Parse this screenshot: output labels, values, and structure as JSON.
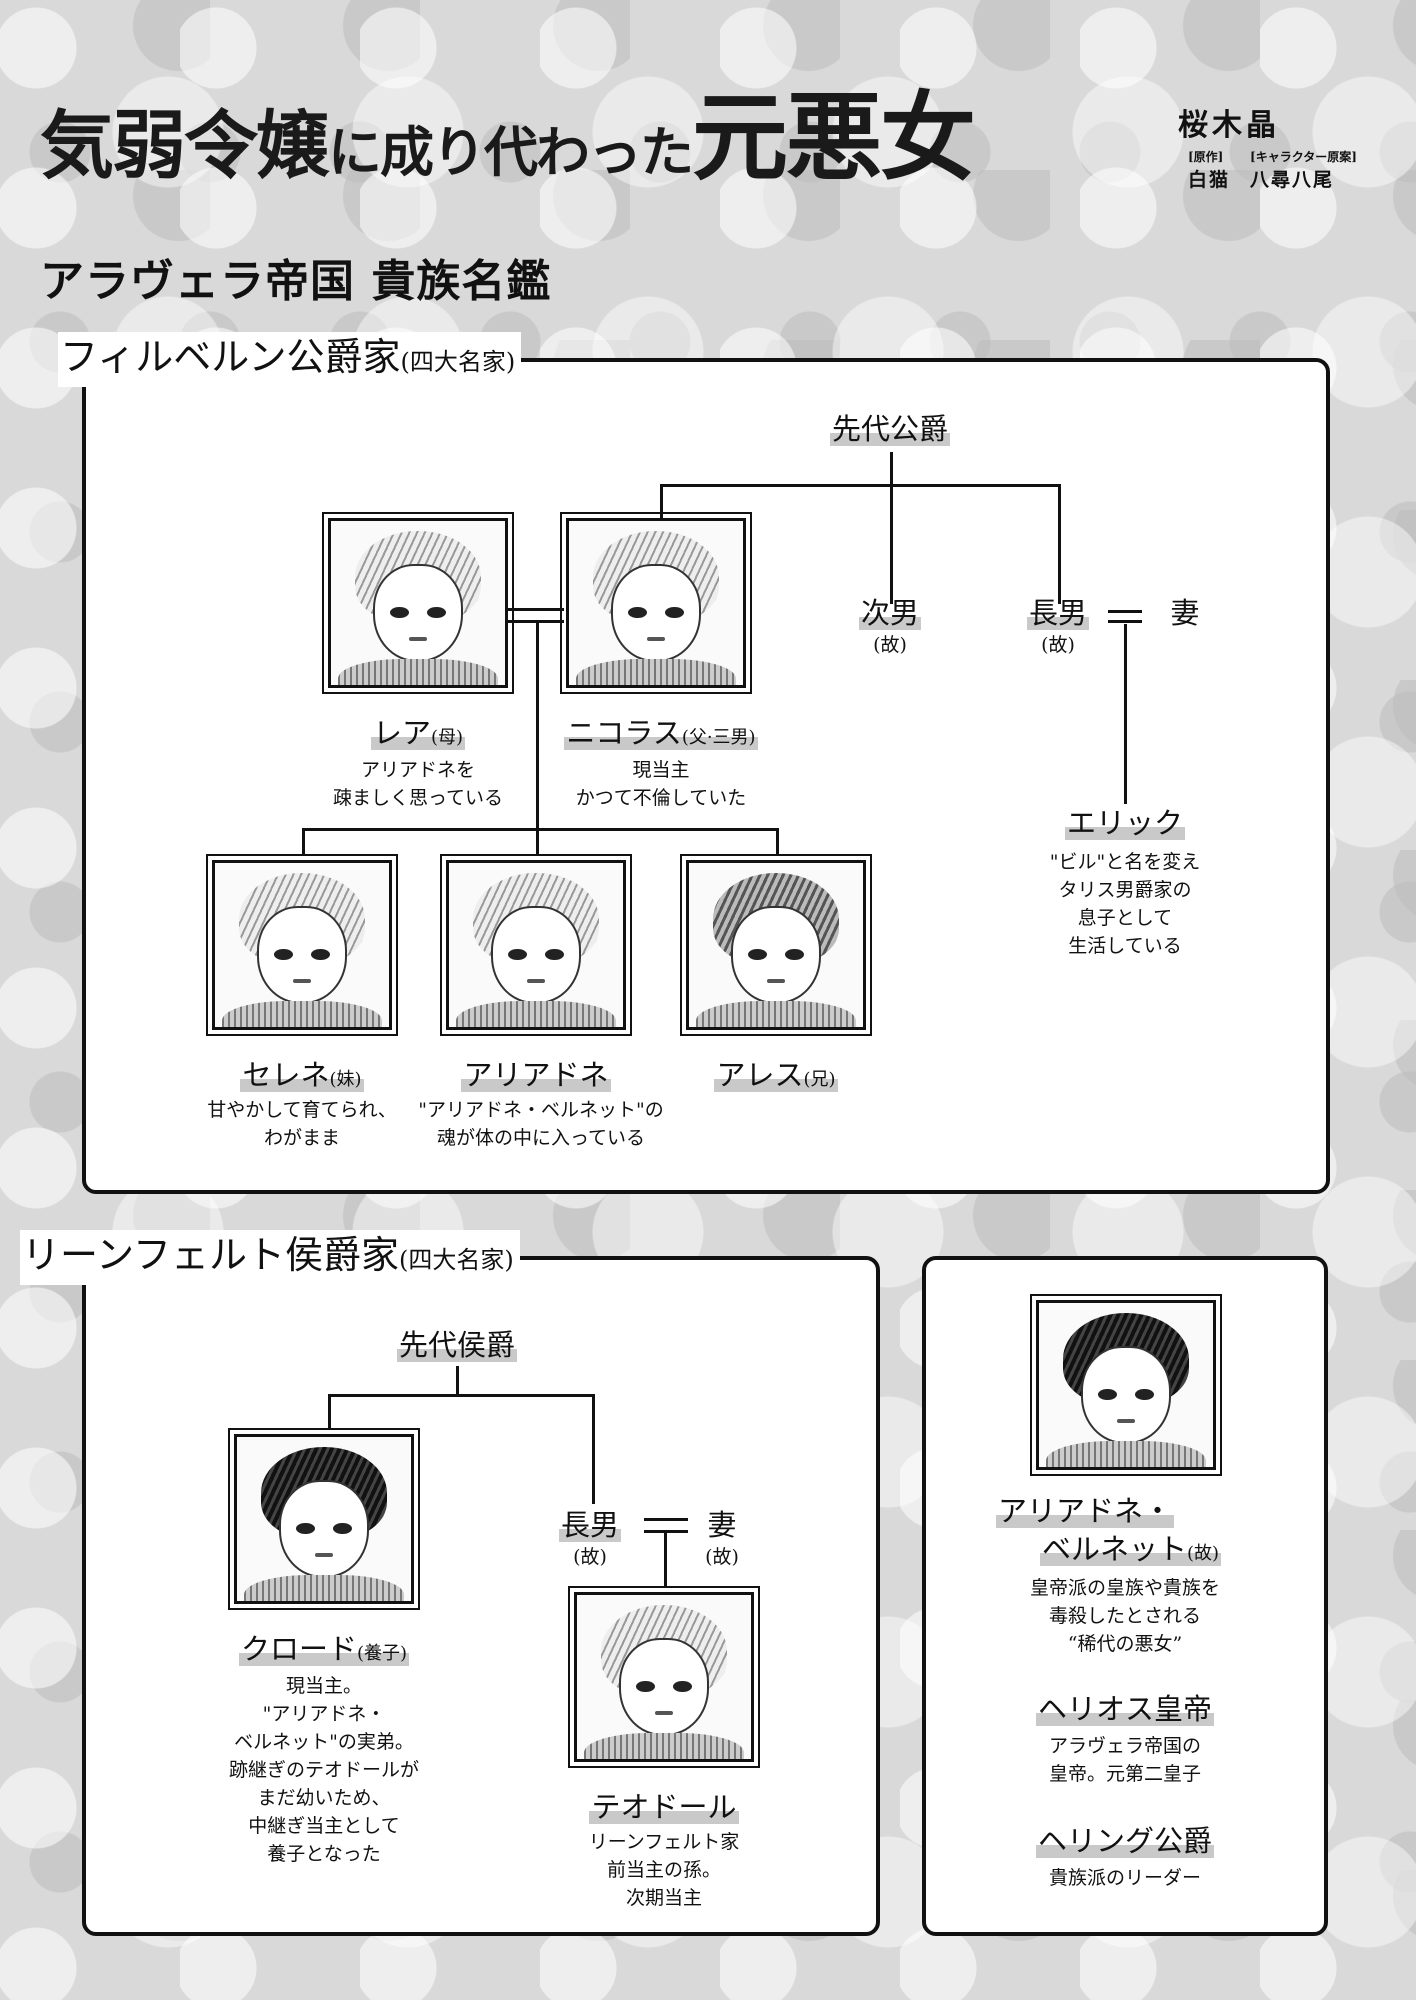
{
  "header": {
    "title_part1": "気弱令嬢",
    "title_part2": "に",
    "title_part3": "成り代わった",
    "title_part4": "元悪女",
    "author": "桜木晶",
    "original_label": "[原作]",
    "original_value": "白猫",
    "character_label": "[キャラクター原案]",
    "character_value": "八尋八尾"
  },
  "heading": "アラヴェラ帝国 貴族名鑑",
  "filbern": {
    "title": "フィルベルン公爵家",
    "note": "(四大名家)",
    "previous_duke": "先代公爵",
    "second_son": "次男",
    "second_son_note": "(故)",
    "eldest_son": "長男",
    "eldest_son_note": "(故)",
    "wife": "妻",
    "rea": {
      "name": "レア",
      "role": "(母)",
      "desc": "アリアドネを\n疎ましく思っている"
    },
    "nicolas": {
      "name": "ニコラス",
      "role": "(父·三男)",
      "desc": "現当主\nかつて不倫していた"
    },
    "selene": {
      "name": "セレネ",
      "role": "(妹)",
      "desc": "甘やかして育てられ、\nわがまま"
    },
    "ariadne": {
      "name": "アリアドネ",
      "role": "",
      "desc": "\"アリアドネ・ベルネット\"の\n魂が体の中に入っている"
    },
    "ares": {
      "name": "アレス",
      "role": "(兄)",
      "desc": ""
    },
    "eric": {
      "name": "エリック",
      "role": "",
      "desc": "\"ビル\"と名を変え\nタリス男爵家の\n息子として\n生活している"
    }
  },
  "leinfeld": {
    "title": "リーンフェルト侯爵家",
    "note": "(四大名家)",
    "previous_marquis": "先代侯爵",
    "eldest_son": "長男",
    "eldest_son_note": "(故)",
    "wife": "妻",
    "wife_note": "(故)",
    "claude": {
      "name": "クロード",
      "role": "(養子)",
      "desc": "現当主。\n\"アリアドネ・\nベルネット\"の実弟。\n跡継ぎのテオドールが\nまだ幼いため、\n中継ぎ当主として\n養子となった"
    },
    "theodore": {
      "name": "テオドール",
      "role": "",
      "desc": "リーンフェルト家\n前当主の孫。\n次期当主"
    }
  },
  "others": {
    "ariadne_bernet_line1": "アリアドネ・",
    "ariadne_bernet_line2": "ベルネット",
    "ariadne_bernet_role": "(故)",
    "ariadne_bernet_desc": "皇帝派の皇族や貴族を\n毒殺したとされる\n“稀代の悪女”",
    "helios_name": "ヘリオス皇帝",
    "helios_desc": "アラヴェラ帝国の\n皇帝。元第二皇子",
    "hering_name": "ヘリング公爵",
    "hering_desc": "貴族派のリーダー"
  }
}
